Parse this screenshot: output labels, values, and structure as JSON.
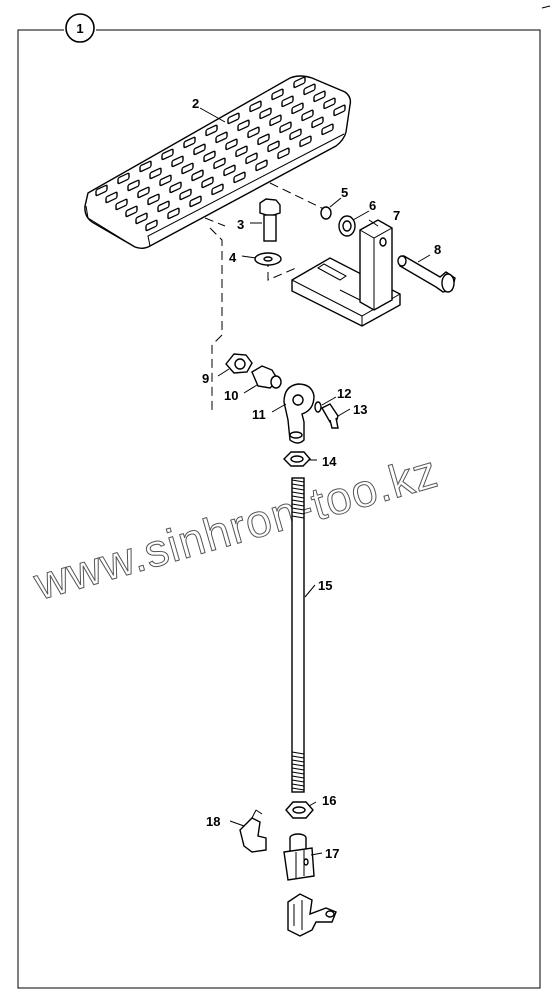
{
  "figure_number": "1",
  "watermark": "www.sinhron-too.kz",
  "parts": [
    {
      "id": "part-2",
      "label": "2"
    },
    {
      "id": "part-3",
      "label": "3"
    },
    {
      "id": "part-4",
      "label": "4"
    },
    {
      "id": "part-5",
      "label": "5"
    },
    {
      "id": "part-6",
      "label": "6"
    },
    {
      "id": "part-7",
      "label": "7"
    },
    {
      "id": "part-8",
      "label": "8"
    },
    {
      "id": "part-9",
      "label": "9"
    },
    {
      "id": "part-10",
      "label": "10"
    },
    {
      "id": "part-11",
      "label": "11"
    },
    {
      "id": "part-12",
      "label": "12"
    },
    {
      "id": "part-13",
      "label": "13"
    },
    {
      "id": "part-14",
      "label": "14"
    },
    {
      "id": "part-15",
      "label": "15"
    },
    {
      "id": "part-16",
      "label": "16"
    },
    {
      "id": "part-17",
      "label": "17"
    },
    {
      "id": "part-18",
      "label": "18"
    }
  ]
}
